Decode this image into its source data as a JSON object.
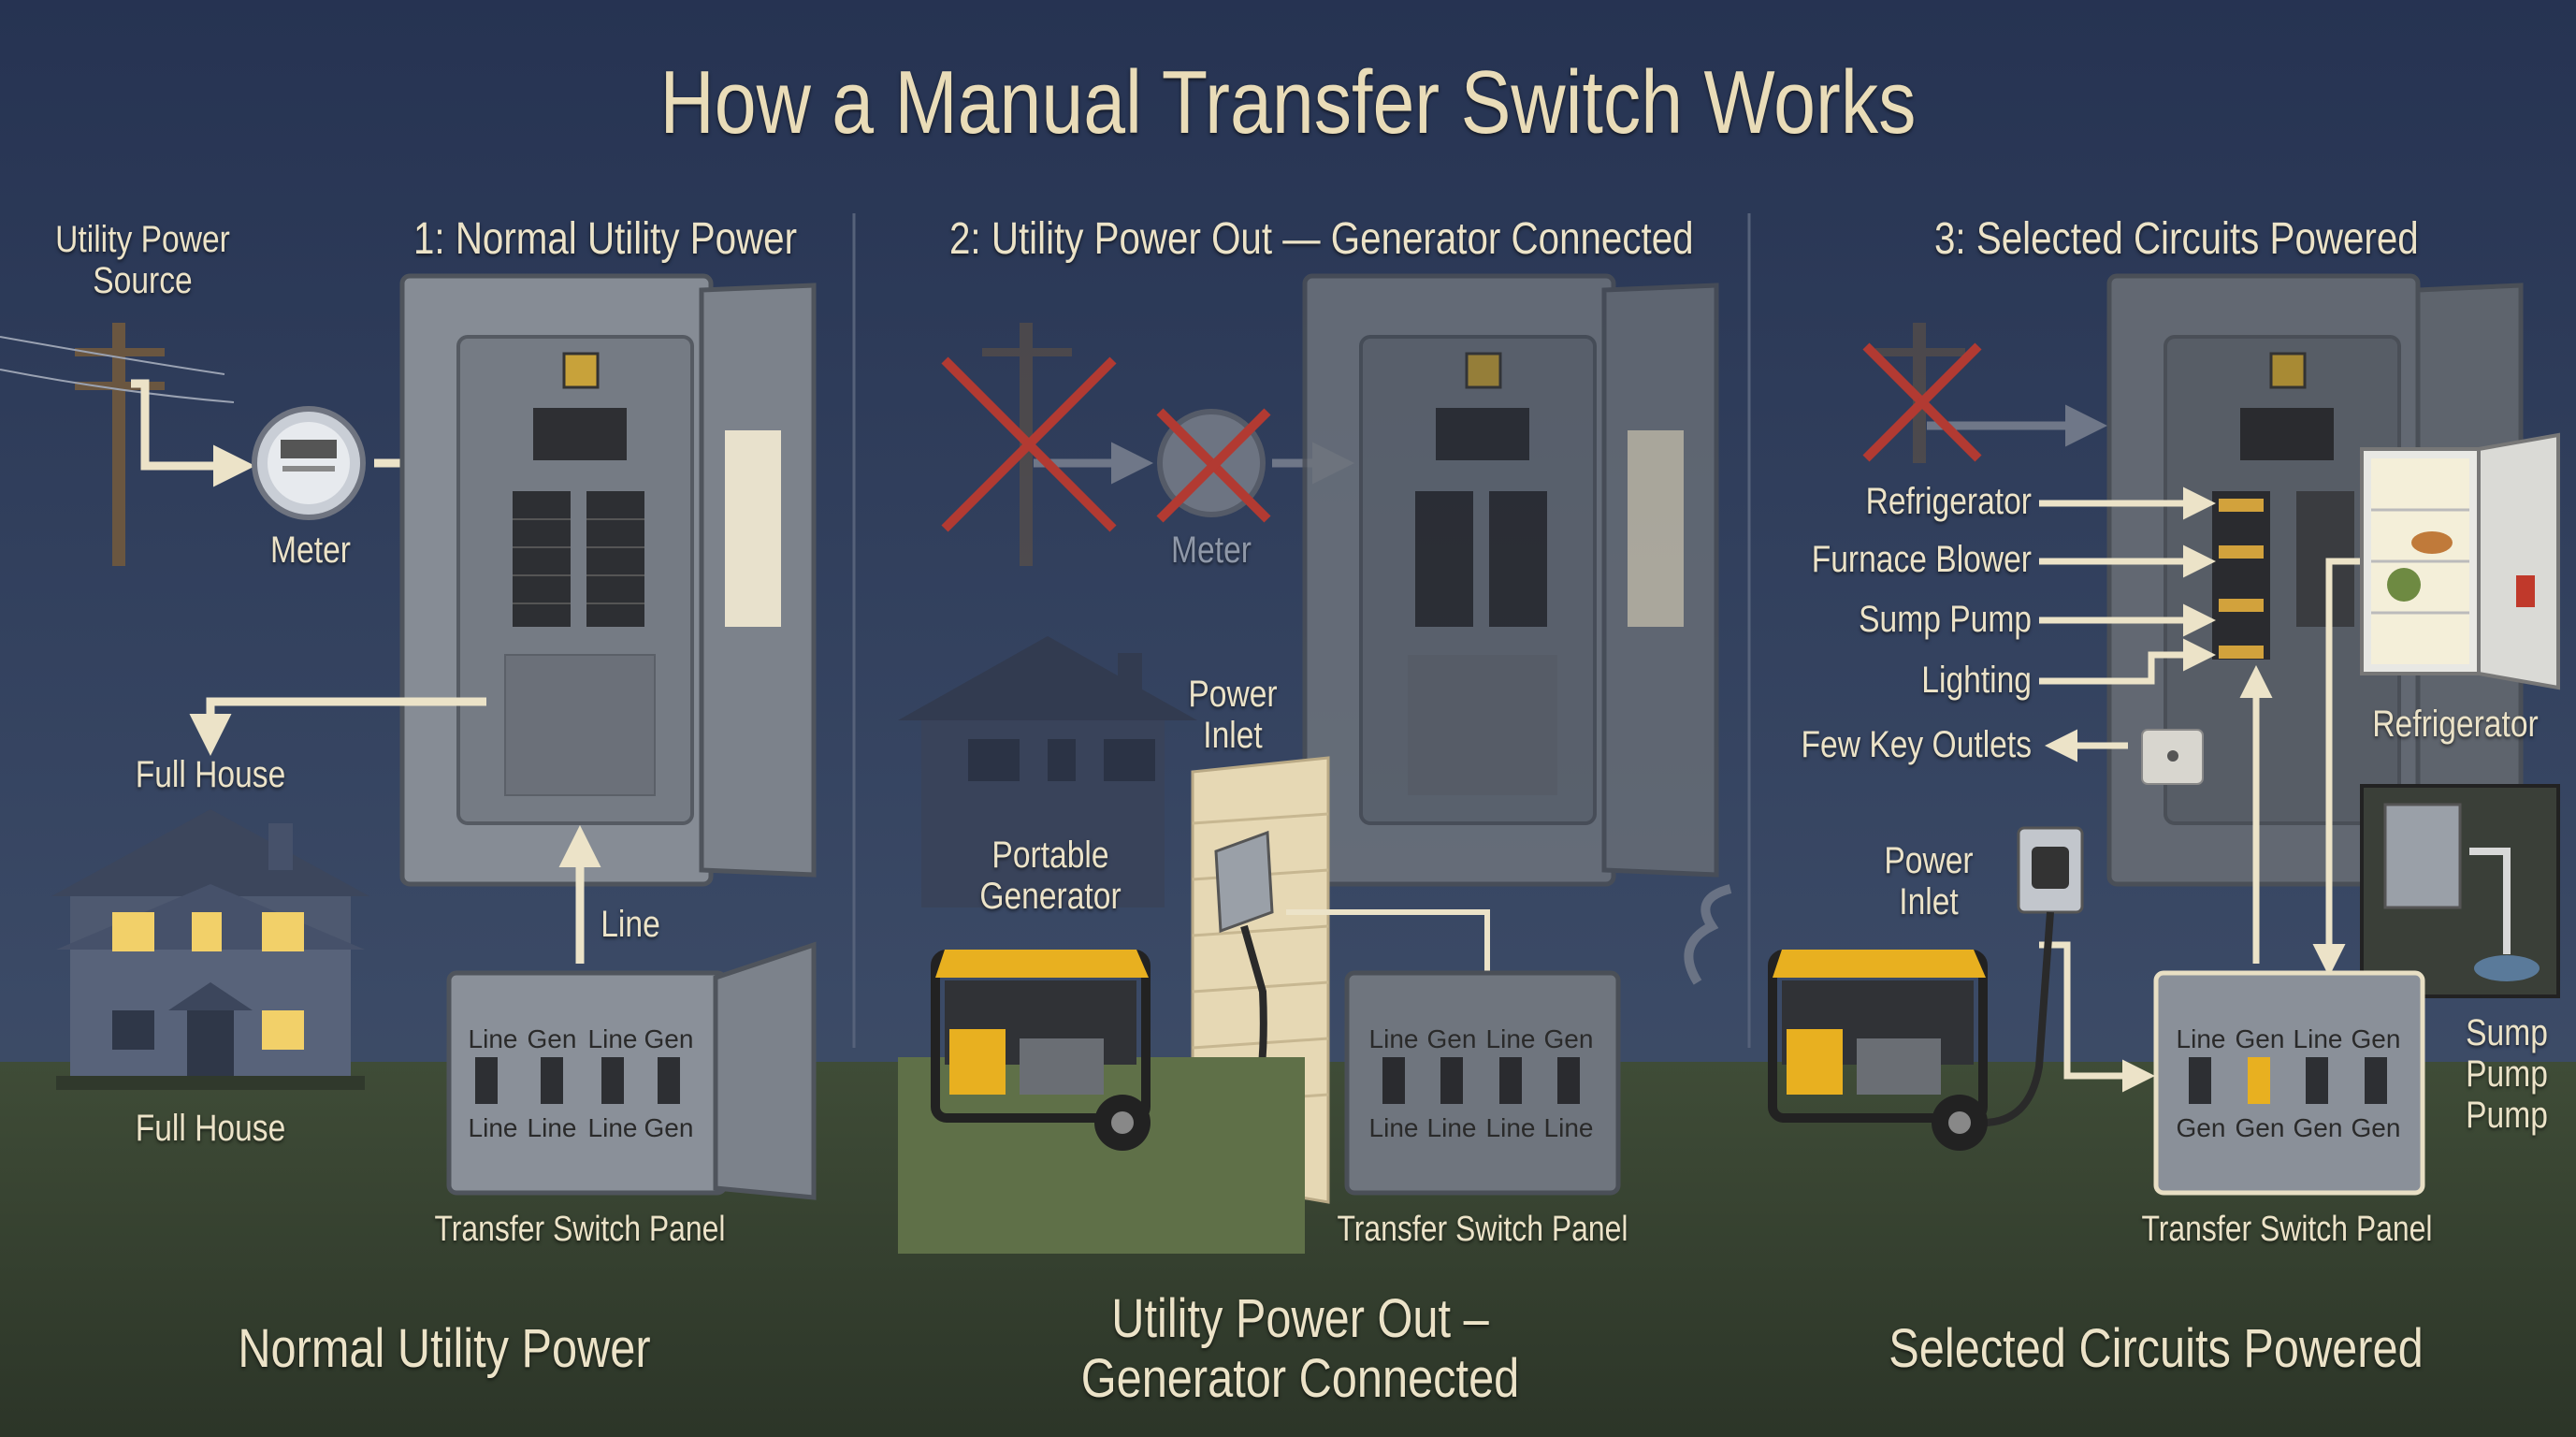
{
  "title": "How a Manual Transfer Switch Works",
  "panels": [
    {
      "heading": "1: Normal Utility Power",
      "footer": "Normal Utility Power",
      "labels": {
        "utility_source": "Utility Power\nSource",
        "meter": "Meter",
        "full_house_top": "Full House",
        "full_house_bottom": "Full House",
        "line": "Line",
        "transfer_panel": "Transfer Switch Panel"
      },
      "switch_top": [
        "Line",
        "Gen",
        "Line",
        "Gen"
      ],
      "switch_bottom": [
        "Line",
        "Line",
        "Line",
        "Gen"
      ]
    },
    {
      "heading": "2: Utility Power Out — Generator Connected",
      "footer": "Utility Power Out –\nGenerator Connected",
      "labels": {
        "meter": "Meter",
        "power_inlet": "Power\nInlet",
        "portable_generator": "Portable\nGenerator",
        "transfer_panel": "Transfer Switch Panel"
      },
      "switch_top": [
        "Line",
        "Gen",
        "Line",
        "Gen"
      ],
      "switch_bottom": [
        "Line",
        "Line",
        "Line",
        "Line"
      ]
    },
    {
      "heading": "3: Selected Circuits Powered",
      "footer": "Selected Circuits Powered",
      "circuits": [
        "Refrigerator",
        "Furnace Blower",
        "Sump Pump",
        "Lighting",
        "Few Key Outlets"
      ],
      "labels": {
        "refrigerator": "Refrigerator",
        "power_inlet": "Power\nInlet",
        "sump_pump": "Sump\nPump\nPump",
        "transfer_panel": "Transfer Switch Panel"
      },
      "switch_top": [
        "Line",
        "Gen",
        "Line",
        "Gen"
      ],
      "switch_bottom": [
        "Gen",
        "Gen",
        "Gen",
        "Gen"
      ]
    }
  ],
  "colors": {
    "sky_top": "#263352",
    "sky_bottom": "#3b4a66",
    "ground": "#3d4a36",
    "panel_gray": "#8a9099",
    "arrow": "#ece3c8",
    "x_mark": "#b23a32",
    "generator_yellow": "#e8b020",
    "window_light": "#f2d069"
  }
}
